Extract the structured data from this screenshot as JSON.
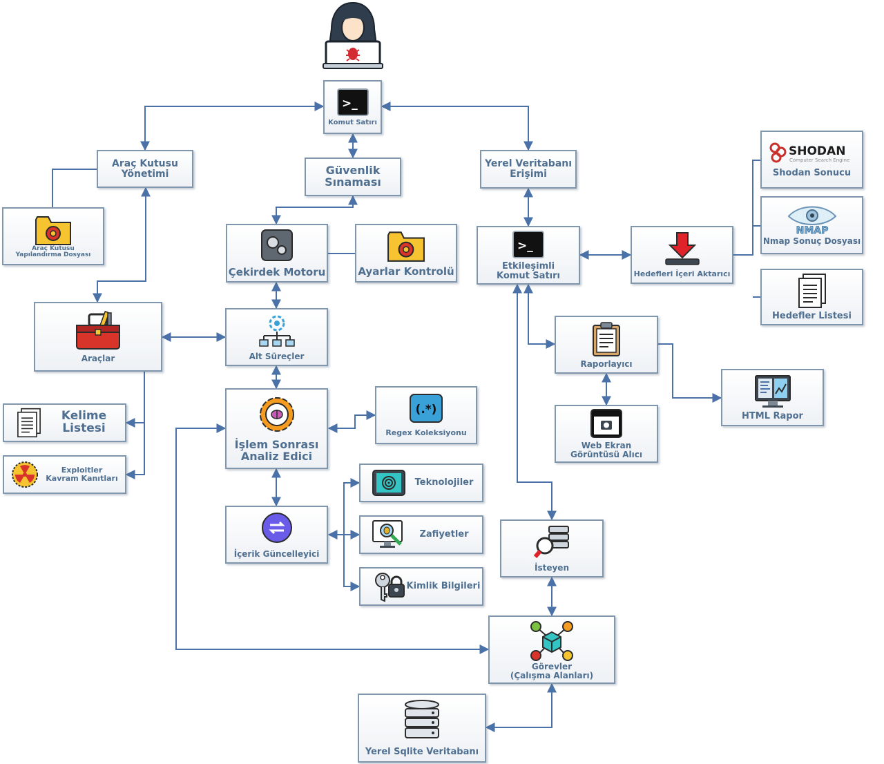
{
  "nodes": {
    "komut_satiri": "Komut Satırı",
    "arac_kutusu_yonetimi": "Araç Kutusu\nYönetimi",
    "guvenlik_sinamasi": "Güvenlik\nSınaması",
    "yerel_veritabani_erisimi": "Yerel Veritabanı\nErişimi",
    "arac_kutusu_yapilandirma": "Araç Kutusu\nYapılandırma Dosyası",
    "cekirdek_motoru": "Çekirdek Motoru",
    "ayarlar_kontrolu": "Ayarlar Kontrolü",
    "etkilesimli_komut_satiri": "Etkileşimli\nKomut Satırı",
    "hedefleri_iceri_aktarici": "Hedefleri İçeri Aktarıcı",
    "shodan_sonucu": "Shodan Sonucu",
    "nmap_sonuc_dosyasi": "Nmap Sonuç Dosyası",
    "hedefler_listesi": "Hedefler Listesi",
    "araclar": "Araçlar",
    "alt_surecler": "Alt Süreçler",
    "raporlayici": "Raporlayıcı",
    "html_rapor": "HTML Rapor",
    "kelime_listesi": "Kelime\nListesi",
    "exploitler": "Exploitler\nKavram Kanıtları",
    "islem_sonrasi": "İşlem Sonrası\nAnaliz Edici",
    "regex_koleksiyonu": "Regex Koleksiyonu",
    "web_ekran": "Web Ekran\nGörüntüsü Alıcı",
    "teknolojiler": "Teknolojiler",
    "zafiyetler": "Zafiyetler",
    "kimlik_bilgileri": "Kimlik Bilgileri",
    "icerik_guncelleyici": "İçerik Güncelleyici",
    "isteyen": "İsteyen",
    "gorevler": "Görevler\n(Çalışma Alanları)",
    "yerel_sqlite": "Yerel Sqlite Veritabanı"
  },
  "logos": {
    "shodan_word": "SHODAN",
    "shodan_tagline": "Computer Search Engine",
    "nmap_word": "NMAP"
  },
  "icon_glyphs": {
    "terminal": ">_",
    "regex": "(.*)"
  },
  "colors": {
    "connector": "#4a72a8",
    "box_border": "#7f96ad",
    "label": "#4f6f90",
    "folder": "#f6c431",
    "gear_red": "#d8342a",
    "shodan_red": "#c9302c"
  }
}
